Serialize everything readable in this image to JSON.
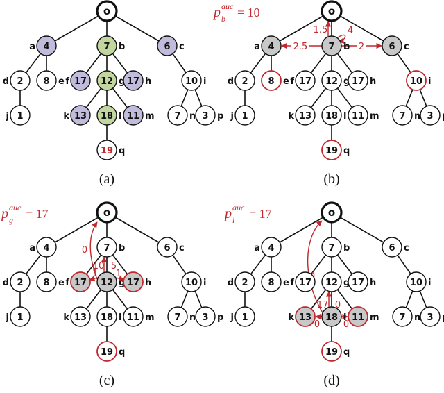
{
  "panels": [
    {
      "id": "a",
      "caption": "(a)",
      "price": null,
      "nodes": [
        {
          "id": "o",
          "value": "o",
          "label": "",
          "style": "root"
        },
        {
          "id": "a",
          "value": "4",
          "label": "a",
          "style": "purple"
        },
        {
          "id": "b",
          "value": "7",
          "label": "b",
          "style": "green"
        },
        {
          "id": "c",
          "value": "6",
          "label": "c",
          "style": "purple"
        },
        {
          "id": "d",
          "value": "2",
          "label": "d",
          "style": "plain"
        },
        {
          "id": "e",
          "value": "8",
          "label": "e",
          "style": "plain"
        },
        {
          "id": "f",
          "value": "17",
          "label": "f",
          "style": "purple"
        },
        {
          "id": "g",
          "value": "12",
          "label": "g",
          "style": "green"
        },
        {
          "id": "h",
          "value": "17",
          "label": "h",
          "style": "purple"
        },
        {
          "id": "i",
          "value": "10",
          "label": "i",
          "style": "plain"
        },
        {
          "id": "j",
          "value": "1",
          "label": "j",
          "style": "plain"
        },
        {
          "id": "k",
          "value": "13",
          "label": "k",
          "style": "purple"
        },
        {
          "id": "l",
          "value": "18",
          "label": "l",
          "style": "green"
        },
        {
          "id": "m",
          "value": "11",
          "label": "m",
          "style": "purple"
        },
        {
          "id": "n",
          "value": "7",
          "label": "n",
          "style": "plain"
        },
        {
          "id": "p",
          "value": "3",
          "label": "p",
          "style": "plain"
        },
        {
          "id": "q",
          "value": "19",
          "label": "q",
          "style": "plain-redtext"
        }
      ],
      "edge_labels": []
    },
    {
      "id": "b",
      "caption": "(b)",
      "price": {
        "base": "p",
        "sub": "b",
        "sup": "auc",
        "eq": "= 10"
      },
      "nodes": [
        {
          "id": "o",
          "value": "o",
          "label": "",
          "style": "root"
        },
        {
          "id": "a",
          "value": "4",
          "label": "a",
          "style": "gray"
        },
        {
          "id": "b",
          "value": "7",
          "label": "b",
          "style": "gray"
        },
        {
          "id": "c",
          "value": "6",
          "label": "c",
          "style": "gray"
        },
        {
          "id": "d",
          "value": "2",
          "label": "d",
          "style": "plain"
        },
        {
          "id": "e",
          "value": "8",
          "label": "e",
          "style": "red"
        },
        {
          "id": "f",
          "value": "17",
          "label": "f",
          "style": "plain"
        },
        {
          "id": "g",
          "value": "12",
          "label": "g",
          "style": "plain"
        },
        {
          "id": "h",
          "value": "17",
          "label": "h",
          "style": "plain"
        },
        {
          "id": "i",
          "value": "10",
          "label": "i",
          "style": "red"
        },
        {
          "id": "j",
          "value": "1",
          "label": "j",
          "style": "plain"
        },
        {
          "id": "k",
          "value": "13",
          "label": "k",
          "style": "plain"
        },
        {
          "id": "l",
          "value": "18",
          "label": "l",
          "style": "plain"
        },
        {
          "id": "m",
          "value": "11",
          "label": "m",
          "style": "plain"
        },
        {
          "id": "n",
          "value": "7",
          "label": "n",
          "style": "plain"
        },
        {
          "id": "p",
          "value": "3",
          "label": "p",
          "style": "plain"
        },
        {
          "id": "q",
          "value": "19",
          "label": "q",
          "style": "red"
        }
      ],
      "edge_labels": [
        {
          "id": "b-o",
          "text": "1.5"
        },
        {
          "id": "b-self",
          "text": "4"
        },
        {
          "id": "b-a",
          "text": "2.5"
        },
        {
          "id": "b-c",
          "text": "2"
        }
      ]
    },
    {
      "id": "c",
      "caption": "(c)",
      "price": {
        "base": "p",
        "sub": "g",
        "sup": "auc",
        "eq": "= 17"
      },
      "nodes": [
        {
          "id": "o",
          "value": "o",
          "label": "",
          "style": "root"
        },
        {
          "id": "a",
          "value": "4",
          "label": "a",
          "style": "plain"
        },
        {
          "id": "b",
          "value": "7",
          "label": "b",
          "style": "plain"
        },
        {
          "id": "c",
          "value": "6",
          "label": "c",
          "style": "plain"
        },
        {
          "id": "d",
          "value": "2",
          "label": "d",
          "style": "plain"
        },
        {
          "id": "e",
          "value": "8",
          "label": "e",
          "style": "plain"
        },
        {
          "id": "f",
          "value": "17",
          "label": "f",
          "style": "red-gray"
        },
        {
          "id": "g",
          "value": "12",
          "label": "g",
          "style": "gray"
        },
        {
          "id": "h",
          "value": "17",
          "label": "h",
          "style": "red-gray"
        },
        {
          "id": "i",
          "value": "10",
          "label": "i",
          "style": "plain"
        },
        {
          "id": "j",
          "value": "1",
          "label": "j",
          "style": "plain"
        },
        {
          "id": "k",
          "value": "13",
          "label": "k",
          "style": "plain"
        },
        {
          "id": "l",
          "value": "18",
          "label": "l",
          "style": "plain"
        },
        {
          "id": "m",
          "value": "11",
          "label": "m",
          "style": "plain"
        },
        {
          "id": "n",
          "value": "7",
          "label": "n",
          "style": "plain"
        },
        {
          "id": "p",
          "value": "3",
          "label": "p",
          "style": "plain"
        },
        {
          "id": "q",
          "value": "19",
          "label": "q",
          "style": "red"
        }
      ],
      "edge_labels": [
        {
          "id": "g-o",
          "text": "0"
        },
        {
          "id": "g-b",
          "text": "10"
        },
        {
          "id": "g-b-2",
          "text": "5"
        },
        {
          "id": "g-f",
          "text": "1"
        },
        {
          "id": "g-h",
          "text": "1"
        }
      ]
    },
    {
      "id": "d",
      "caption": "(d)",
      "price": {
        "base": "p",
        "sub": "l",
        "sup": "auc",
        "eq": "= 17"
      },
      "nodes": [
        {
          "id": "o",
          "value": "o",
          "label": "",
          "style": "root"
        },
        {
          "id": "a",
          "value": "4",
          "label": "a",
          "style": "plain"
        },
        {
          "id": "b",
          "value": "7",
          "label": "b",
          "style": "plain"
        },
        {
          "id": "c",
          "value": "6",
          "label": "c",
          "style": "plain"
        },
        {
          "id": "d",
          "value": "2",
          "label": "d",
          "style": "plain"
        },
        {
          "id": "e",
          "value": "8",
          "label": "e",
          "style": "plain"
        },
        {
          "id": "f",
          "value": "17",
          "label": "f",
          "style": "plain"
        },
        {
          "id": "g",
          "value": "12",
          "label": "g",
          "style": "plain"
        },
        {
          "id": "h",
          "value": "17",
          "label": "h",
          "style": "plain"
        },
        {
          "id": "i",
          "value": "10",
          "label": "i",
          "style": "plain"
        },
        {
          "id": "j",
          "value": "1",
          "label": "j",
          "style": "plain"
        },
        {
          "id": "k",
          "value": "13",
          "label": "k",
          "style": "red-gray"
        },
        {
          "id": "l",
          "value": "18",
          "label": "l",
          "style": "gray"
        },
        {
          "id": "m",
          "value": "11",
          "label": "m",
          "style": "red-gray"
        },
        {
          "id": "n",
          "value": "7",
          "label": "n",
          "style": "plain"
        },
        {
          "id": "p",
          "value": "3",
          "label": "p",
          "style": "plain"
        },
        {
          "id": "q",
          "value": "19",
          "label": "q",
          "style": "red"
        }
      ],
      "edge_labels": [
        {
          "id": "l-o",
          "text": "0"
        },
        {
          "id": "l-g",
          "text": "17"
        },
        {
          "id": "l-g-2",
          "text": "0"
        },
        {
          "id": "l-k",
          "text": "0"
        },
        {
          "id": "l-m",
          "text": "0"
        }
      ]
    }
  ],
  "colors": {
    "red": "#c0282d",
    "purple": "#c2bcdc",
    "green": "#c2d6a0",
    "gray": "#c8c8c8",
    "black": "#111111"
  }
}
